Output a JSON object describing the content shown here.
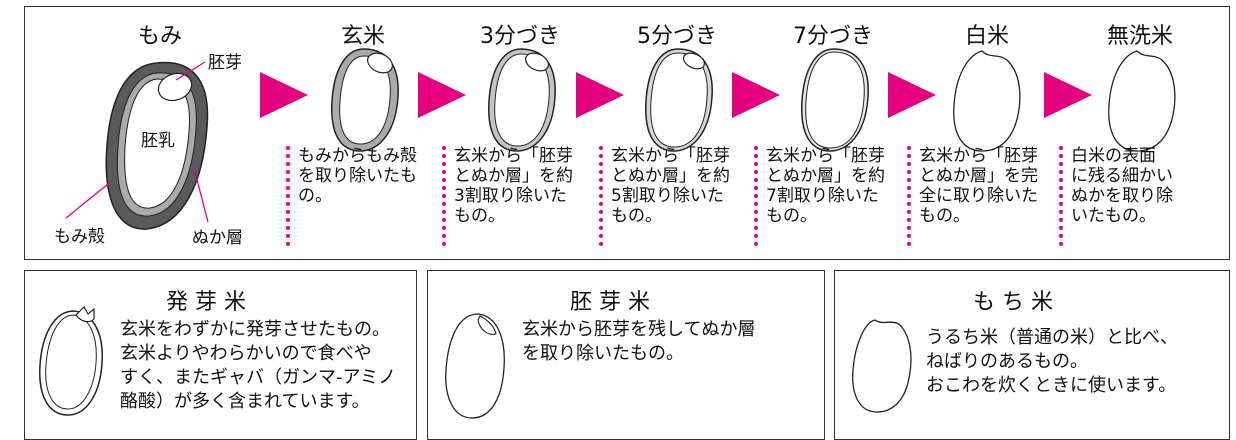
{
  "diagram": {
    "momi": {
      "heading": "もみ",
      "labels": {
        "germ": "胚芽",
        "endosperm": "胚乳",
        "husk": "もみ殻",
        "bran": "ぬか層"
      }
    },
    "stages": [
      {
        "heading": "玄米",
        "desc": "もみからもみ殻\nを取り除いたも\nの。"
      },
      {
        "heading": "3分づき",
        "desc": "玄米から「胚芽\nとぬか層」を約\n3割取り除いた\nもの。"
      },
      {
        "heading": "5分づき",
        "desc": "玄米から「胚芽\nとぬか層」を約\n5割取り除いた\nもの。"
      },
      {
        "heading": "7分づき",
        "desc": "玄米から「胚芽\nとぬか層」を約\n7割取り除いた\nもの。"
      },
      {
        "heading": "白米",
        "desc": "玄米から「胚芽\nとぬか層」を完\n全に取り除いた\nもの。"
      },
      {
        "heading": "無洗米",
        "desc": "白米の表面\nに残る細かい\nぬかを取り除\nいたもの。"
      }
    ],
    "colors": {
      "arrow": "#e4007f",
      "husk": "#5a5a5a",
      "bran": "#aaaaaa",
      "line": "#222222"
    }
  },
  "boxes": [
    {
      "heading": "発 芽 米",
      "text": "玄米をわずかに発芽させたもの。\n玄米よりやわらかいので食べや\nすく、またギャバ（ガンマ-アミノ\n酪酸）が多く含まれています。"
    },
    {
      "heading": "胚 芽 米",
      "text": "玄米から胚芽を残してぬか層\nを取り除いたもの。"
    },
    {
      "heading": "も ち 米",
      "text": "うるち米（普通の米）と比べ、\nねばりのあるもの。\nおこわを炊くときに使います。"
    }
  ]
}
